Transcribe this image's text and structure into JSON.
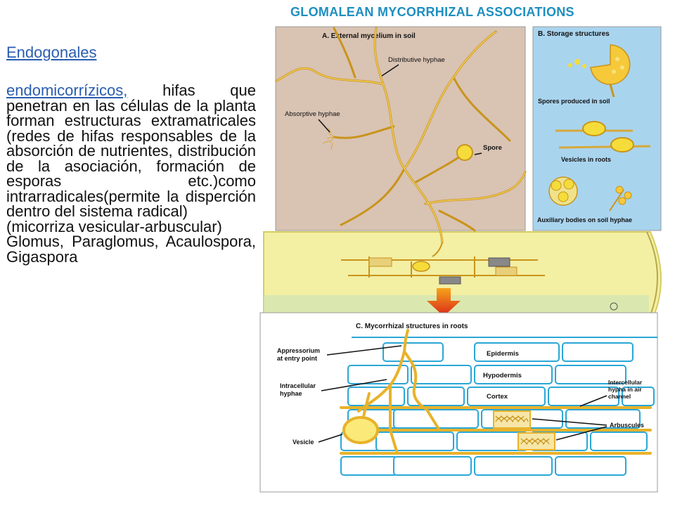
{
  "left_text": {
    "heading": "Endogonales",
    "paragraph_link": "endomicorrízicos,",
    "paragraph_rest": " hifas que penetran en las células de la planta forman estructuras extramatricales (redes de hifas responsables de la absorción de nutrientes, distribución de la asociación, formación de esporas etc.)como intrarradicales(permite la disperción dentro del sistema radical)",
    "line2": " (micorriza vesicular-arbuscular)",
    "line3": " Glomus, Paraglomus, Acaulospora, Gigaspora"
  },
  "figure": {
    "title": "GLOMALEAN MYCORRHIZAL ASSOCIATIONS",
    "panel_a": {
      "title": "A. External mycelium in soil",
      "distributive": "Distributive hyphae",
      "absorptive": "Absorptive hyphae",
      "spore": "Spore"
    },
    "panel_b": {
      "title": "B. Storage structures",
      "spores_soil": "Spores produced in soil",
      "vesicles_roots": "Vesicles in roots",
      "auxiliary": "Auxiliary bodies on soil hyphae"
    },
    "panel_c": {
      "title": "C. Mycorrhizal structures in roots",
      "appressorium_1": "Appressorium",
      "appressorium_2": "at entry point",
      "epidermis": "Epidermis",
      "hypodermis": "Hypodermis",
      "cortex": "Cortex",
      "intracellular_1": "Intracellular",
      "intracellular_2": "hyphae",
      "intercellular_1": "Intercellular",
      "intercellular_2": "hypha in air",
      "intercellular_3": "channel",
      "arbuscules": "Arbuscules",
      "vesicle": "Vesicle"
    },
    "colors": {
      "title_blue": "#1e8fc0",
      "soil": "#d9c3b3",
      "storage_bg": "#a9d4ee",
      "hyphae": "#e8b22a",
      "root": "#f3efa3",
      "cells": "#2aa7d6"
    }
  }
}
